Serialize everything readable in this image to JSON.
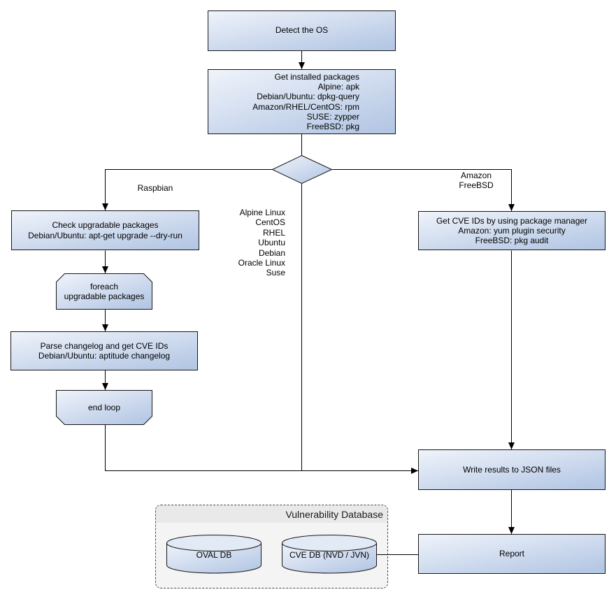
{
  "title": "OS package vulnerability scan flowchart",
  "colors": {
    "node_gradient_start": "#f0f4fb",
    "node_gradient_end": "#b4c7e4",
    "cylinder_top_fill": "#e2eaf6",
    "node_border": "#161616",
    "connector": "#000000",
    "container_fill": "#f4f4f4",
    "container_header_fill": "#e9e9e9",
    "container_border": "#4a4a4a",
    "text": "#000000"
  },
  "nodes": {
    "detect_os": {
      "label": "Detect the OS"
    },
    "get_installed_packages": {
      "label": "Get installed packages\nAlpine: apk\nDebian/Ubuntu: dpkg-query\nAmazon/RHEL/CentOS: rpm\nSUSE: zypper\nFreeBSD: pkg"
    },
    "os_decision": {
      "label": ""
    },
    "check_upgradable": {
      "label": "Check upgradable packages\nDebian/Ubuntu: apt-get upgrade --dry-run"
    },
    "foreach_loop": {
      "label": "foreach\nupgradable packages"
    },
    "parse_changelog": {
      "label": "Parse changelog and get CVE IDs\nDebian/Ubuntu: aptitude changelog"
    },
    "end_loop": {
      "label": "end loop"
    },
    "get_cve_ids": {
      "label": "Get CVE IDs by using package manager\nAmazon: yum plugin security\nFreeBSD: pkg audit"
    },
    "write_results": {
      "label": "Write results to JSON files"
    },
    "report": {
      "label": "Report"
    },
    "oval_db": {
      "label": "OVAL DB"
    },
    "cve_db": {
      "label": "CVE DB (NVD / JVN)"
    }
  },
  "edge_labels": {
    "raspbian": "Raspbian",
    "os_list": "Alpine Linux\nCentOS\nRHEL\nUbuntu\nDebian\nOracle Linux\nSuse",
    "amazon_freebsd": "Amazon\nFreeBSD"
  },
  "container": {
    "title": "Vulnerability Database"
  }
}
